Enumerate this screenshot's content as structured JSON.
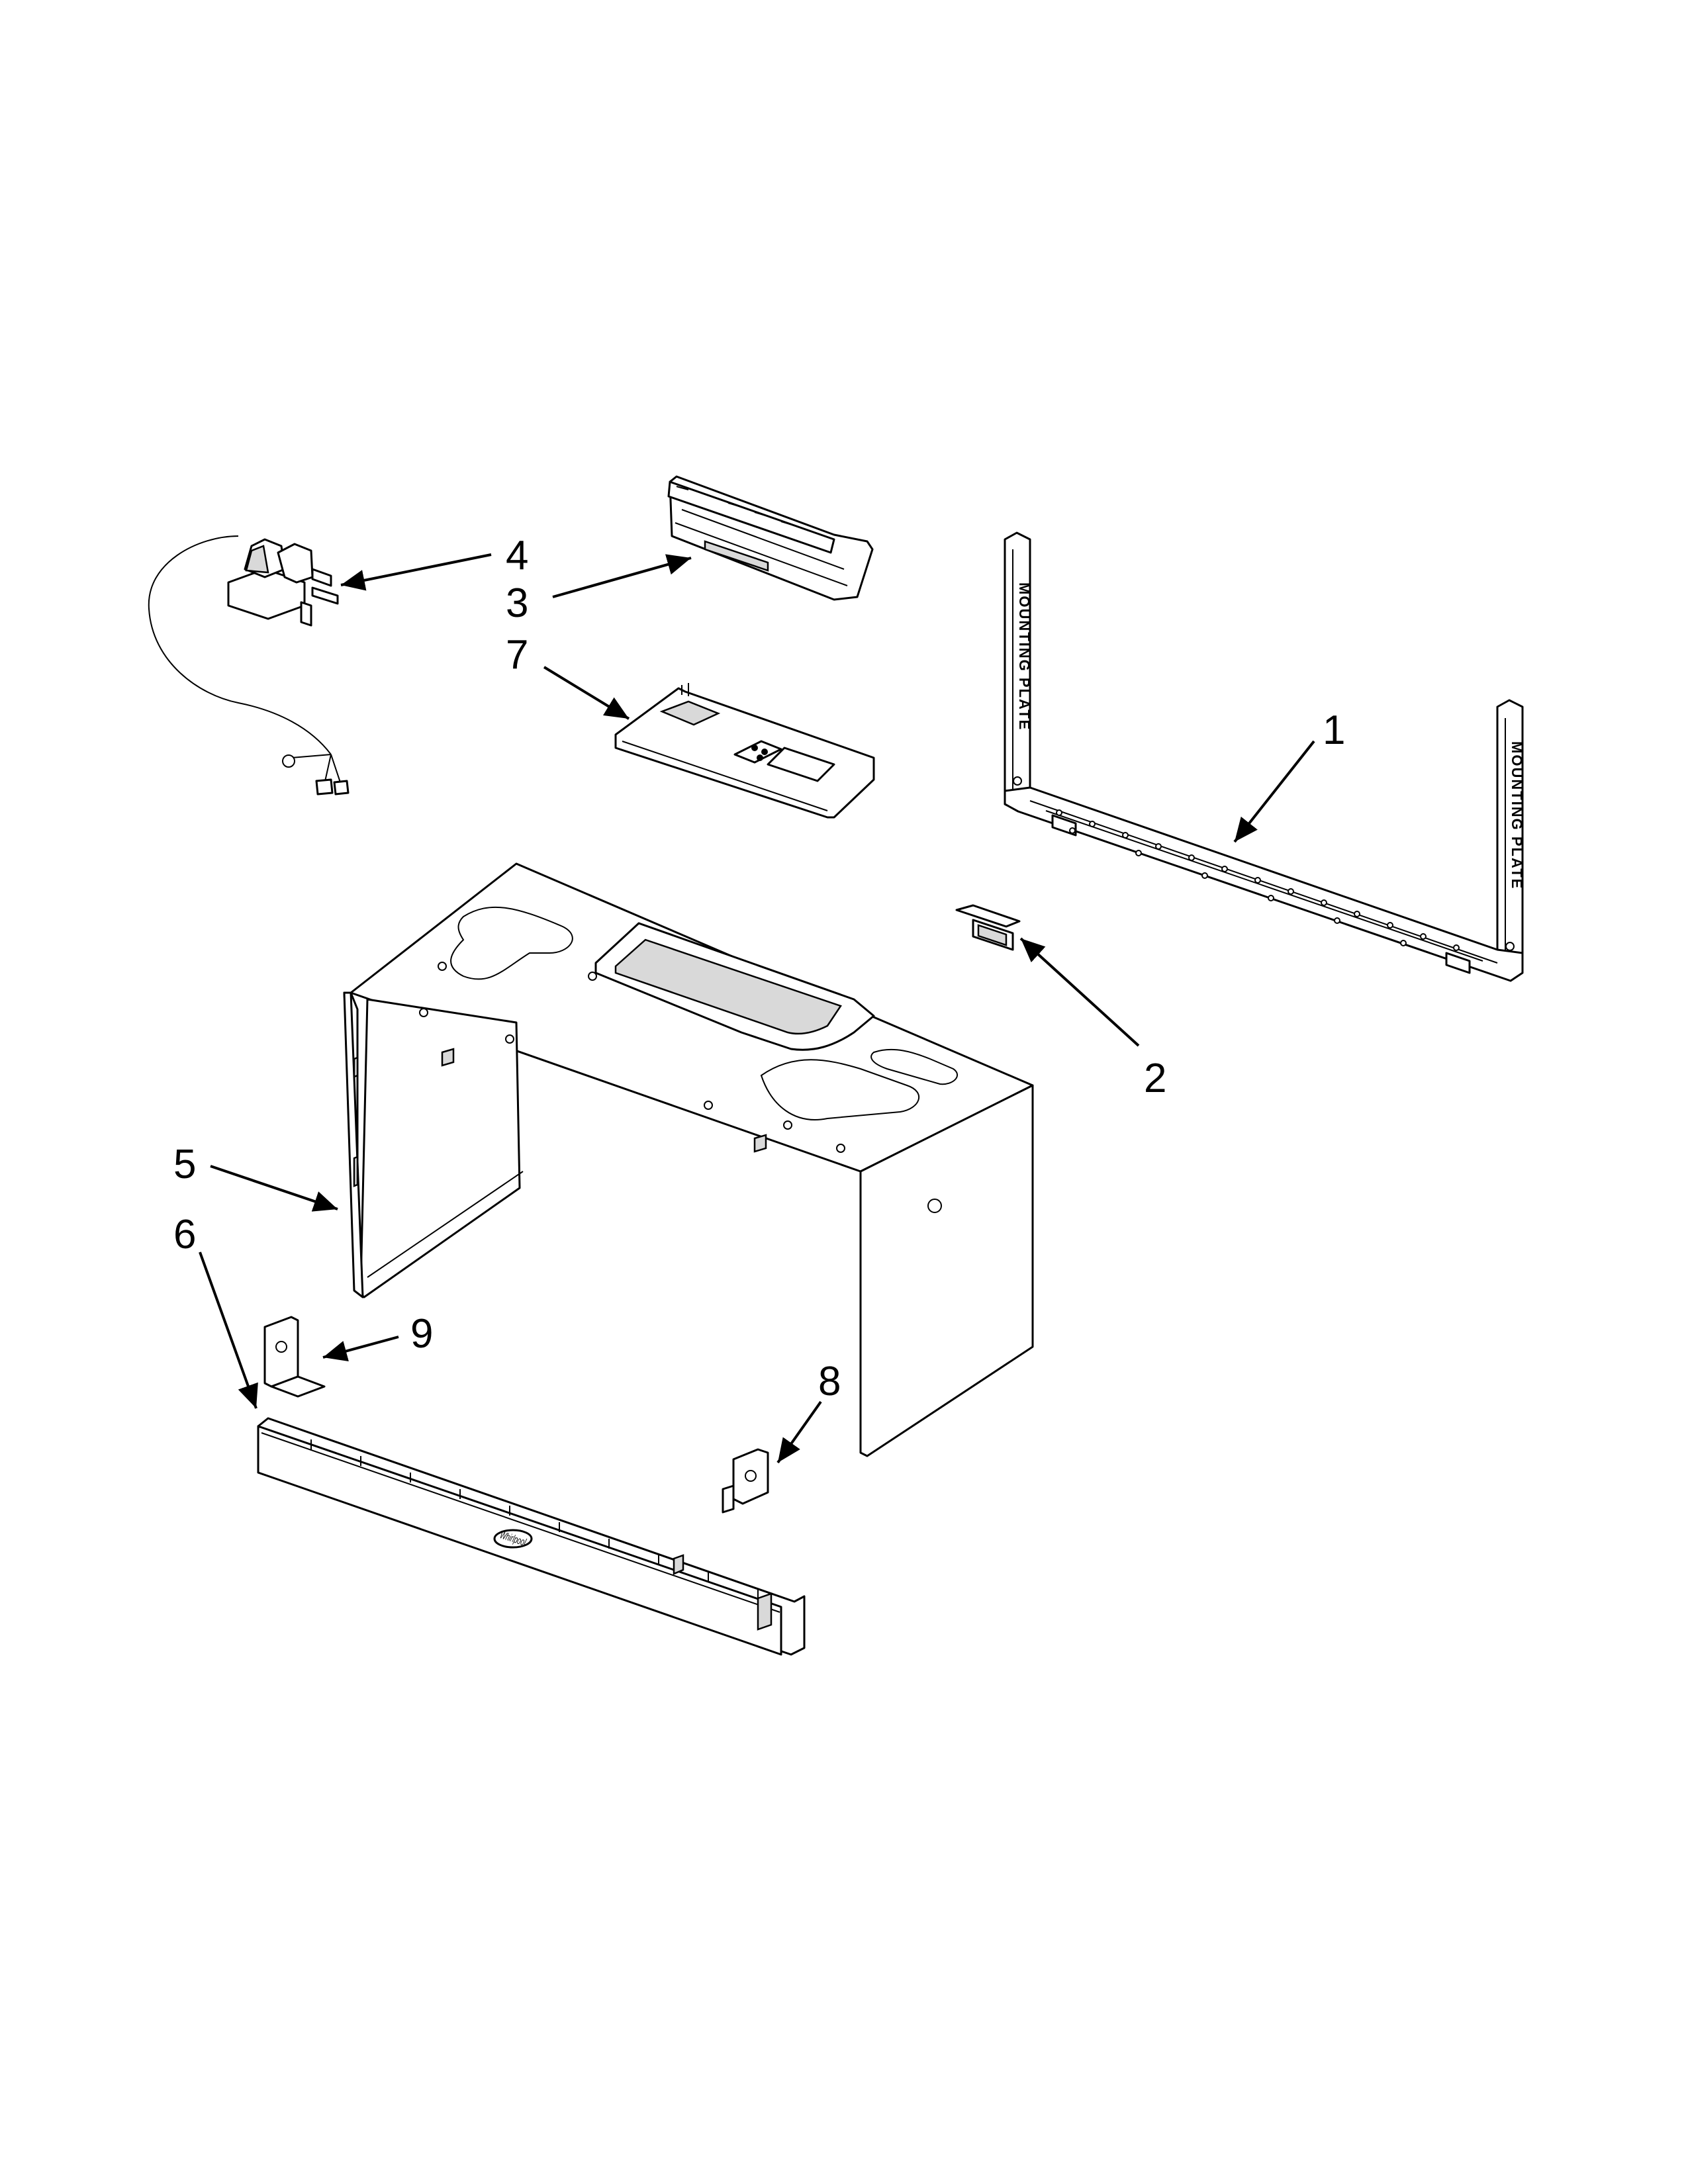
{
  "callouts": {
    "c1": "1",
    "c2": "2",
    "c3": "3",
    "c4": "4",
    "c5": "5",
    "c6": "6",
    "c7": "7",
    "c8": "8",
    "c9": "9"
  },
  "plate_label": "MOUNTING PLATE",
  "logo_text": "Whirlpool",
  "colors": {
    "line": "#000000",
    "background": "#ffffff"
  }
}
